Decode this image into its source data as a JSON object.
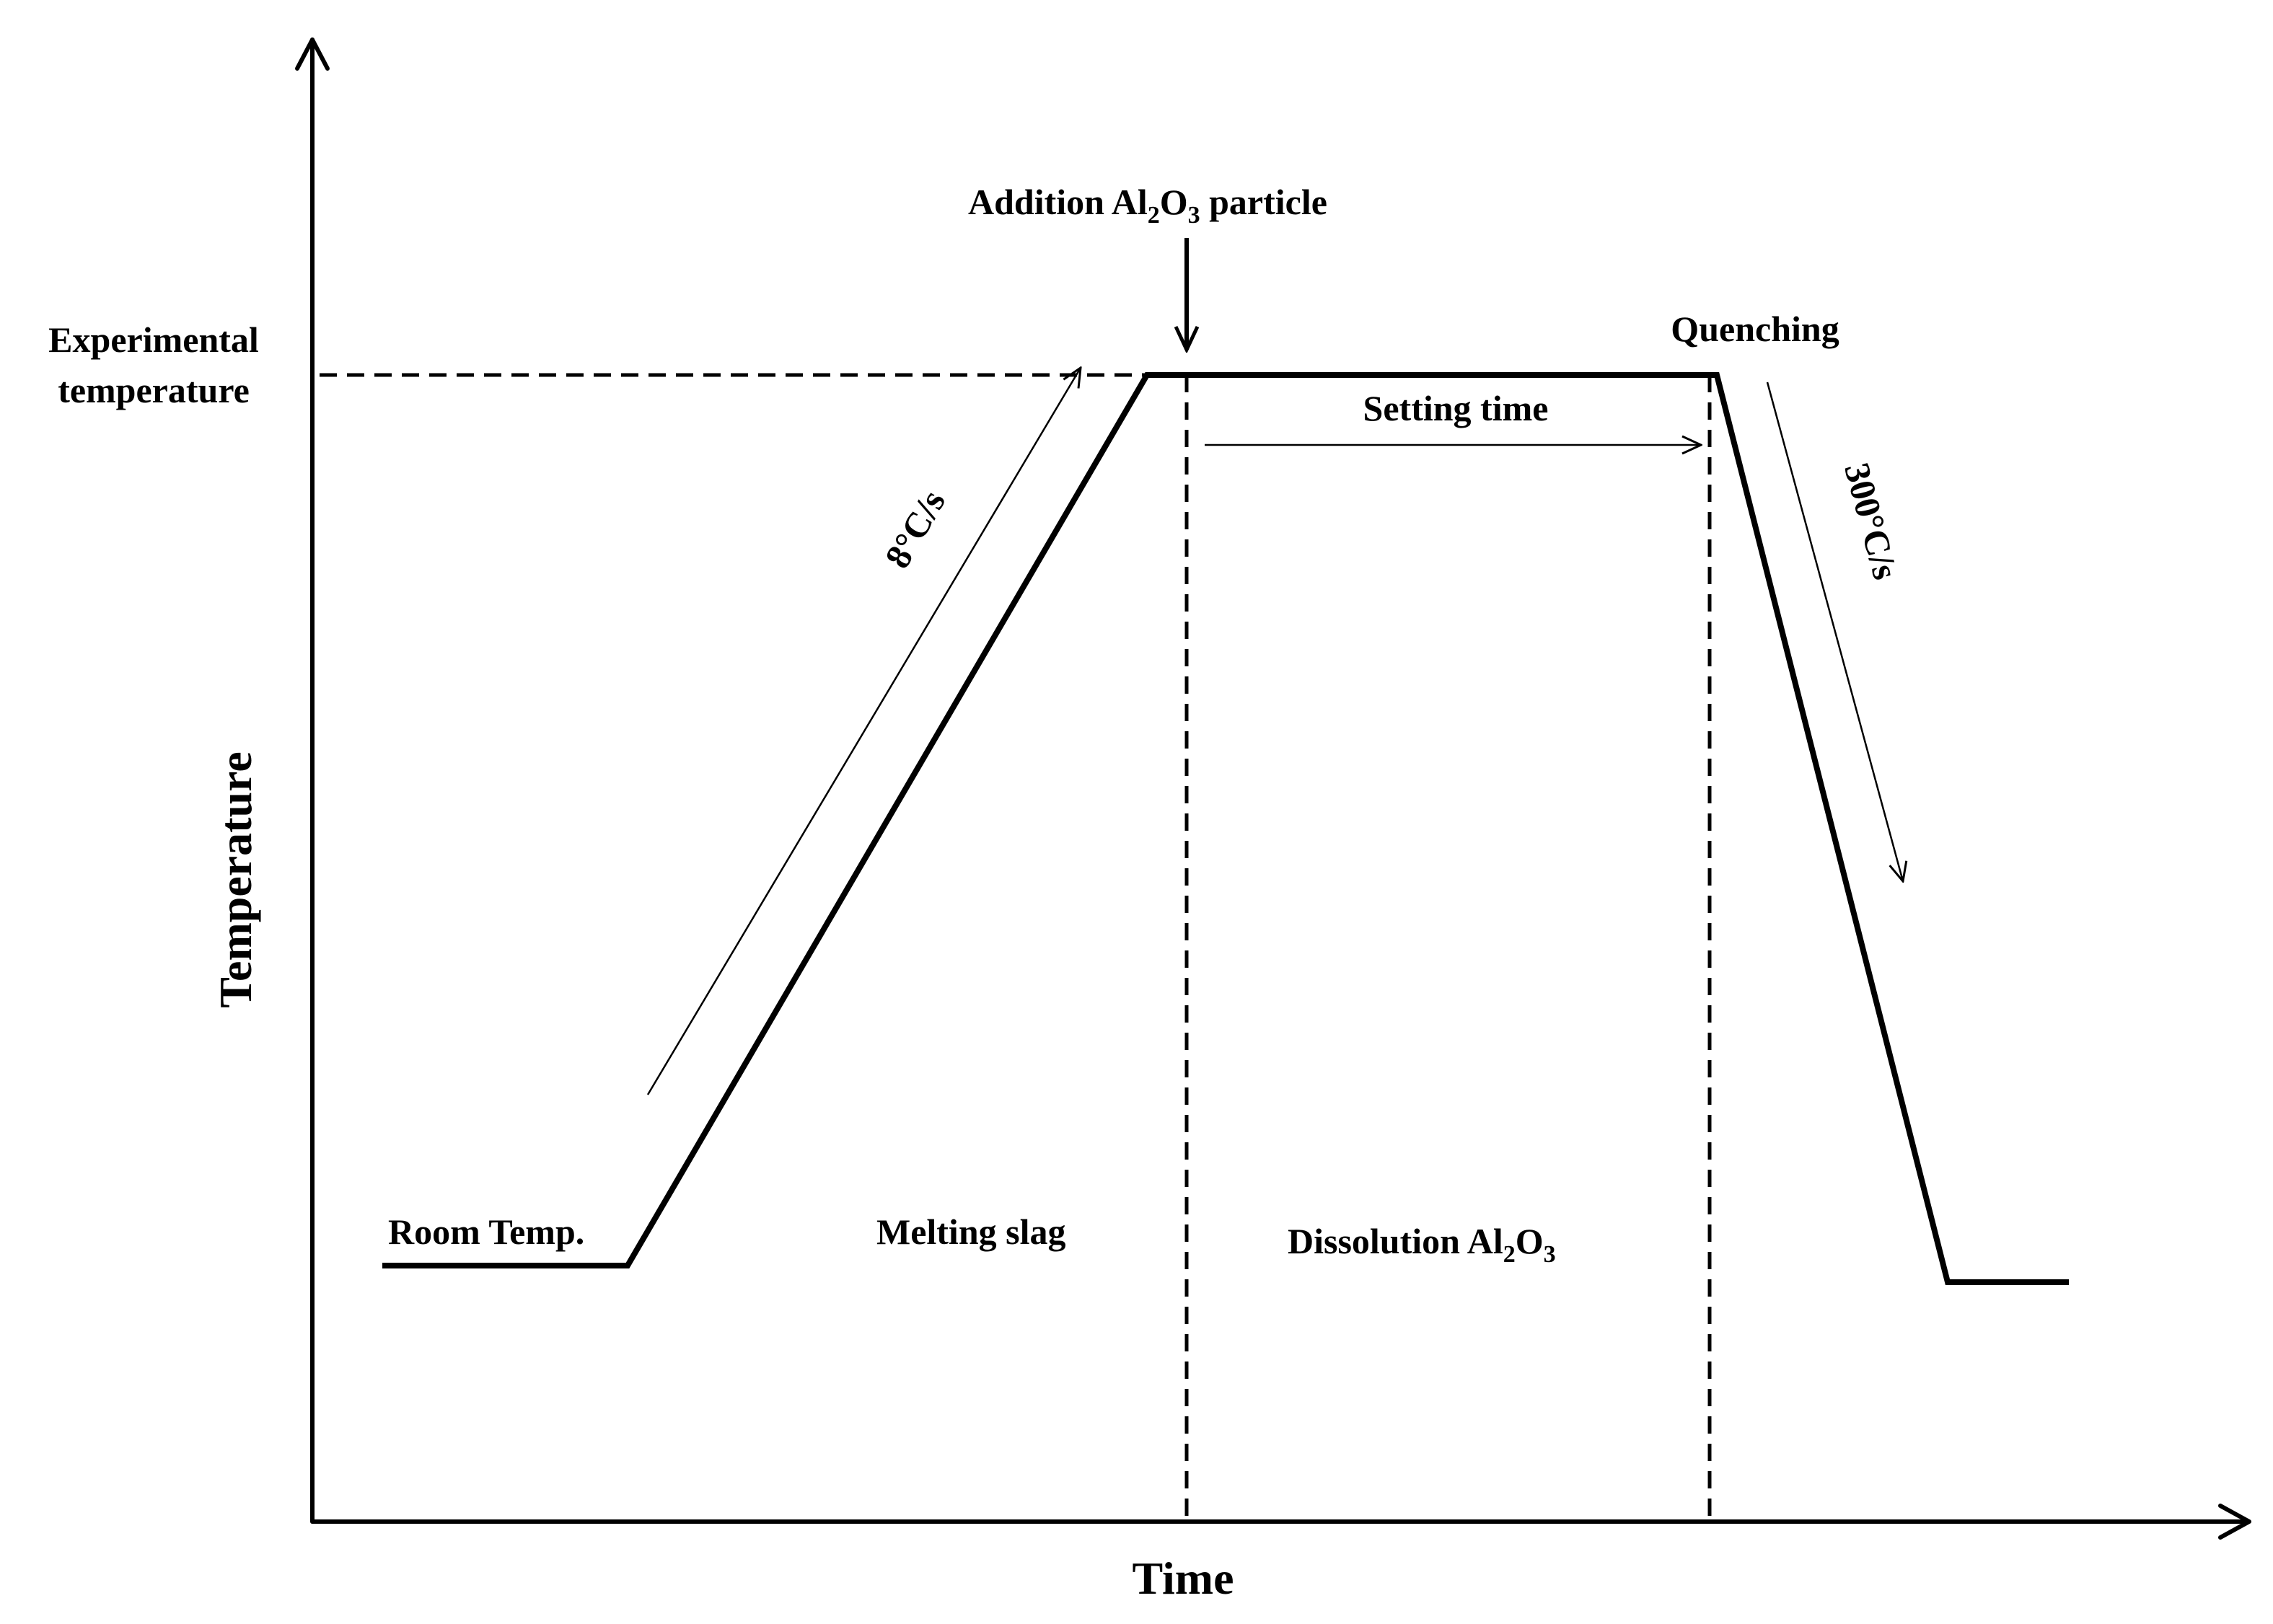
{
  "axes": {
    "x_title": "Time",
    "y_title": "Temperature"
  },
  "labels": {
    "experimental_line1": "Experimental",
    "experimental_line2": "temperature",
    "addition_prefix": "Addition Al",
    "addition_sub1": "2",
    "addition_mid": "O",
    "addition_sub2": "3",
    "addition_suffix": " particle",
    "quenching": "Quenching",
    "setting_time": "Setting time",
    "heating_rate": "8°C/s",
    "cooling_rate": "300°C/s",
    "room_temp": "Room Temp.",
    "melting_slag": "Melting slag",
    "dissolution_prefix": "Dissolution Al",
    "dissolution_sub1": "2",
    "dissolution_mid": "O",
    "dissolution_sub2": "3"
  },
  "colors": {
    "ink": "#000000",
    "background": "#ffffff"
  }
}
